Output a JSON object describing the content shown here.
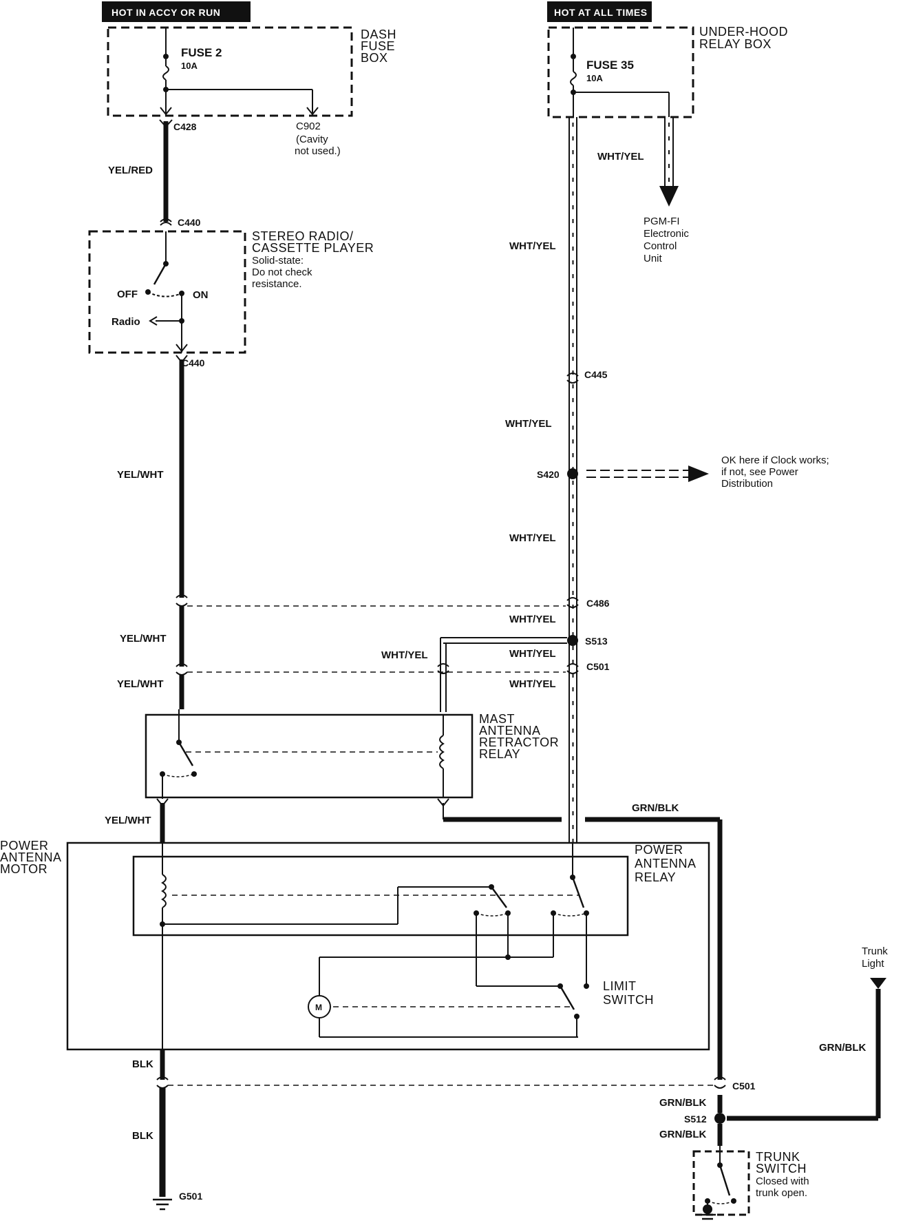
{
  "headers": {
    "hot_accy_run": "HOT IN ACCY OR RUN",
    "hot_all_times": "HOT AT ALL TIMES"
  },
  "dash_fuse_box": {
    "lines": [
      "DASH",
      "FUSE",
      "BOX"
    ],
    "fuse_name": "FUSE 2",
    "fuse_rating": "10A"
  },
  "under_hood_box": {
    "lines": [
      "UNDER-HOOD",
      "RELAY BOX"
    ],
    "fuse_name": "FUSE 35",
    "fuse_rating": "10A"
  },
  "connectors": {
    "c428": "C428",
    "c902": "C902",
    "c902_note": [
      "(Cavity",
      "not used.)"
    ],
    "c440_top": "C440",
    "c440_bottom": "C440",
    "c445": "C445",
    "s420": "S420",
    "c486": "C486",
    "s513": "S513",
    "c501_top": "C501",
    "c501_bottom": "C501",
    "s512": "S512",
    "g501": "G501"
  },
  "wires": {
    "yel_red": "YEL/RED",
    "yel_wht_1": "YEL/WHT",
    "yel_wht_2": "YEL/WHT",
    "yel_wht_3": "YEL/WHT",
    "yel_wht_4": "YEL/WHT",
    "wht_yel_1": "WHT/YEL",
    "wht_yel_2": "WHT/YEL",
    "wht_yel_3": "WHT/YEL",
    "wht_yel_4": "WHT/YEL",
    "wht_yel_5": "WHT/YEL",
    "wht_yel_6": "WHT/YEL",
    "wht_yel_7": "WHT/YEL",
    "wht_yel_8": "WHT/YEL",
    "grn_blk_1": "GRN/BLK",
    "grn_blk_2": "GRN/BLK",
    "grn_blk_3": "GRN/BLK",
    "grn_blk_4": "GRN/BLK",
    "blk_1": "BLK",
    "blk_2": "BLK"
  },
  "pgm_fi": [
    "PGM-FI",
    "Electronic",
    "Control",
    "Unit"
  ],
  "clock_note": [
    "OK here if Clock works;",
    "if not, see Power",
    "Distribution"
  ],
  "stereo": {
    "title": [
      "STEREO RADIO/",
      "CASSETTE PLAYER"
    ],
    "note": [
      "Solid-state:",
      "Do not check",
      "resistance."
    ],
    "off": "OFF",
    "on": "ON",
    "radio": "Radio"
  },
  "mast_relay": [
    "MAST",
    "ANTENNA",
    "RETRACTOR",
    "RELAY"
  ],
  "power_motor": [
    "POWER",
    "ANTENNA",
    "MOTOR"
  ],
  "power_relay": [
    "POWER",
    "ANTENNA",
    "RELAY"
  ],
  "limit_switch": [
    "LIMIT",
    "SWITCH"
  ],
  "motor_symbol": "M",
  "trunk_light": [
    "Trunk",
    "Light"
  ],
  "trunk_switch": {
    "title": [
      "TRUNK",
      "SWITCH"
    ],
    "note": [
      "Closed with",
      "trunk open."
    ]
  }
}
